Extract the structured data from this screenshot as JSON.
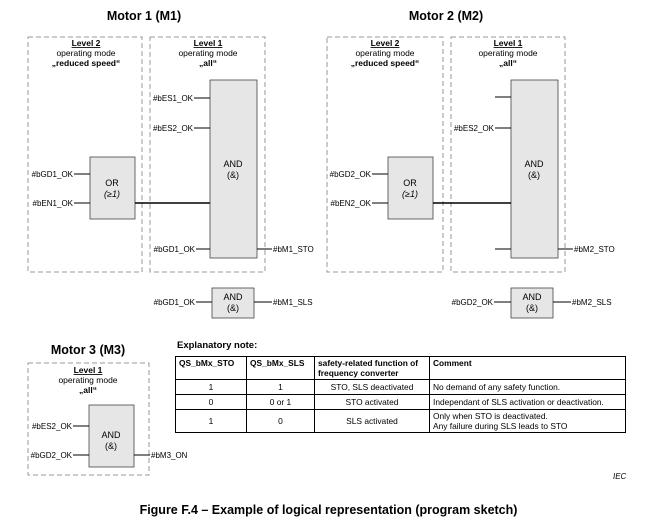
{
  "motor1": {
    "title": "Motor 1 (M1)",
    "level2": {
      "level": "Level 2",
      "mode_label": "operating mode",
      "mode": "„reduced speed“"
    },
    "level1": {
      "level": "Level 1",
      "mode_label": "operating mode",
      "mode": "„all“"
    },
    "signals": {
      "bES1": "#bES1_OK",
      "bES2": "#bES2_OK",
      "bGD": "#bGD1_OK",
      "bEN": "#bEN1_OK",
      "bGD_and": "#bGD1_OK",
      "out_sto": "#bM1_STO",
      "sls_in": "#bGD1_OK",
      "out_sls": "#bM1_SLS"
    },
    "or_gate": {
      "label": "OR",
      "sub": "(≥1)"
    },
    "and_gate": {
      "label": "AND",
      "sub": "(&)"
    },
    "sls_gate": {
      "label": "AND",
      "sub": "(&)"
    }
  },
  "motor2": {
    "title": "Motor 2 (M2)",
    "level2": {
      "level": "Level 2",
      "mode_label": "operating mode",
      "mode": "„reduced speed“"
    },
    "level1": {
      "level": "Level 1",
      "mode_label": "operating mode",
      "mode": "„all“"
    },
    "signals": {
      "bES2": "#bES2_OK",
      "bGD": "#bGD2_OK",
      "bEN": "#bEN2_OK",
      "out_sto": "#bM2_STO",
      "sls_in": "#bGD2_OK",
      "out_sls": "#bM2_SLS"
    },
    "or_gate": {
      "label": "OR",
      "sub": "(≥1)"
    },
    "and_gate": {
      "label": "AND",
      "sub": "(&)"
    },
    "sls_gate": {
      "label": "AND",
      "sub": "(&)"
    }
  },
  "motor3": {
    "title": "Motor 3 (M3)",
    "level1": {
      "level": "Level 1",
      "mode_label": "operating mode",
      "mode": "„all“"
    },
    "signals": {
      "bES2": "#bES2_OK",
      "bGD": "#bGD2_OK",
      "out": "#bM3_ON"
    },
    "and_gate": {
      "label": "AND",
      "sub": "(&)"
    }
  },
  "note": {
    "heading": "Explanatory note:",
    "headers": [
      "QS_bMx_STO",
      "QS_bMx_SLS",
      "safety-related function of frequency converter",
      "Comment"
    ],
    "rows": [
      [
        "1",
        "1",
        "STO, SLS deactivated",
        "No demand of any safety function."
      ],
      [
        "0",
        "0 or 1",
        "STO activated",
        "Independant of SLS activation or deactivation."
      ],
      [
        "1",
        "0",
        "SLS activated",
        "Only when STO is deactivated.\nAny failure during SLS leads to STO"
      ]
    ]
  },
  "iec_mark": "IEC",
  "caption": "Figure F.4 – Example of logical representation (program sketch)"
}
